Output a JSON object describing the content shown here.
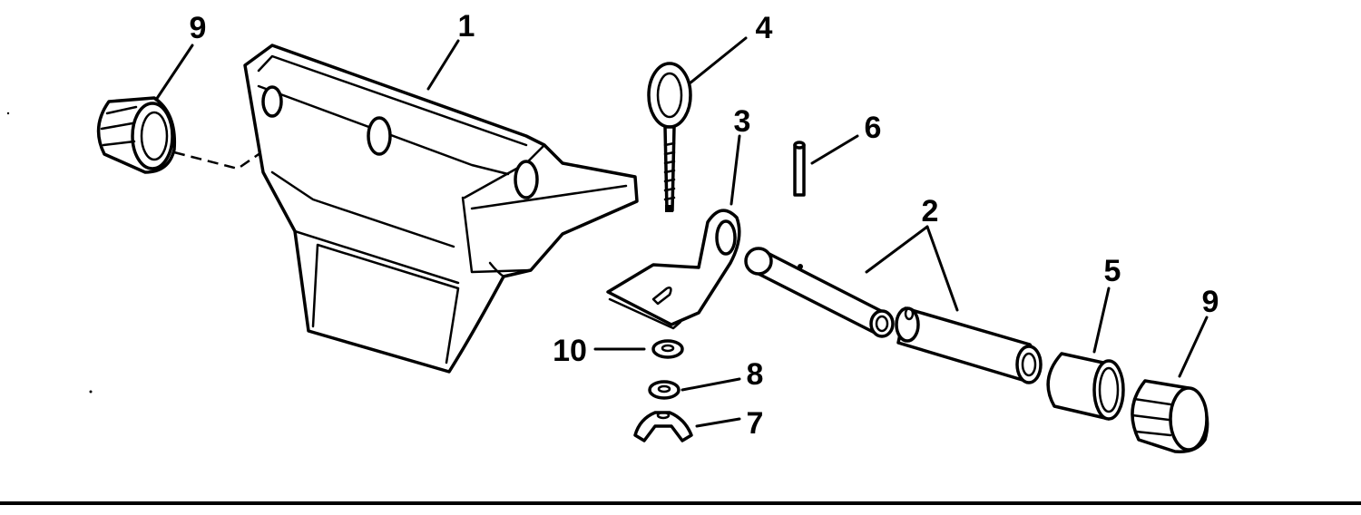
{
  "diagram": {
    "callouts": [
      {
        "id": "c1",
        "label": "1"
      },
      {
        "id": "c2",
        "label": "2"
      },
      {
        "id": "c3",
        "label": "3"
      },
      {
        "id": "c4",
        "label": "4"
      },
      {
        "id": "c5",
        "label": "5"
      },
      {
        "id": "c6",
        "label": "6"
      },
      {
        "id": "c7",
        "label": "7"
      },
      {
        "id": "c8",
        "label": "8"
      },
      {
        "id": "c9a",
        "label": "9"
      },
      {
        "id": "c9b",
        "label": "9"
      },
      {
        "id": "c10",
        "label": "10"
      }
    ],
    "parts": [
      {
        "label": "1",
        "depicts": "bracket"
      },
      {
        "label": "2",
        "depicts": "tube-pair"
      },
      {
        "label": "3",
        "depicts": "angle-clip"
      },
      {
        "label": "4",
        "depicts": "eye-bolt"
      },
      {
        "label": "5",
        "depicts": "sleeve"
      },
      {
        "label": "6",
        "depicts": "pin"
      },
      {
        "label": "7",
        "depicts": "wing-nut"
      },
      {
        "label": "8",
        "depicts": "washer"
      },
      {
        "label": "9",
        "depicts": "end-cap"
      },
      {
        "label": "10",
        "depicts": "washer"
      }
    ],
    "line_color": "#000000",
    "background": "#ffffff"
  }
}
